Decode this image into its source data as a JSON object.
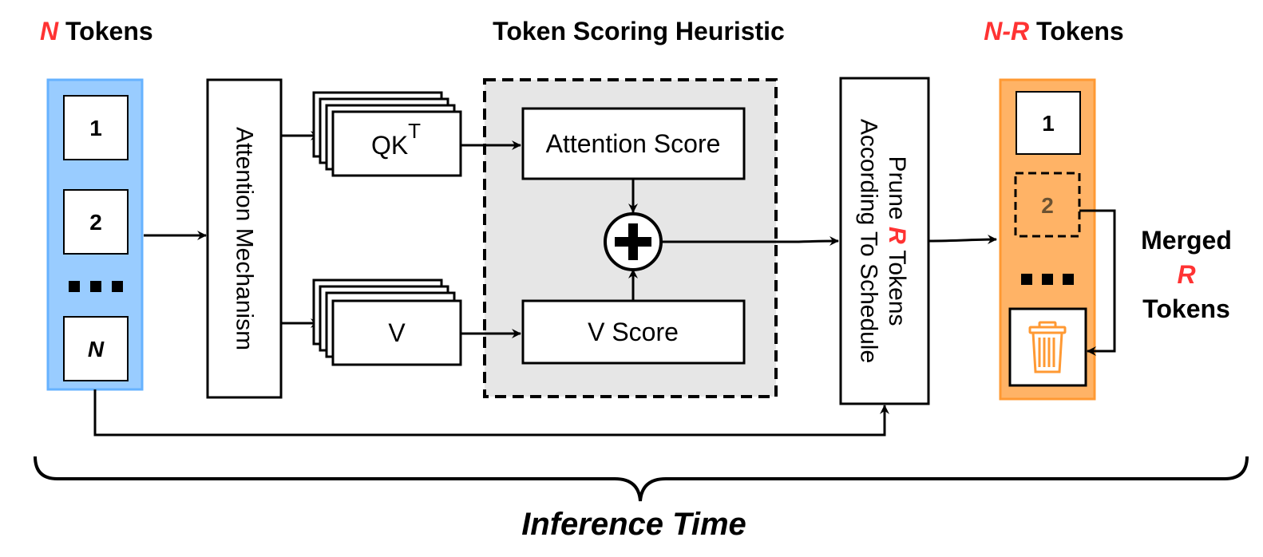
{
  "header": {
    "left_prefix": "N",
    "left_suffix": " Tokens",
    "center_title": "Token Scoring Heuristic",
    "right_prefix": "N-R",
    "right_suffix": " Tokens"
  },
  "input_tokens": {
    "items": [
      "1",
      "2",
      "N"
    ],
    "ellipsis": "■ ■ ■"
  },
  "attention_mechanism": {
    "label": "Attention Mechanism"
  },
  "qk": {
    "base": "QK",
    "superscript": "T"
  },
  "v": {
    "label": "V"
  },
  "attention_score": {
    "label": "Attention Score"
  },
  "v_score": {
    "label": "V Score"
  },
  "plus": {
    "symbol": "+"
  },
  "prune": {
    "line1_prefix": "Prune ",
    "line1_r": "R",
    "line1_suffix": " Tokens",
    "line2": "According To Schedule"
  },
  "output_tokens": {
    "item1": "1",
    "item2": "2",
    "ellipsis": "■ ■ ■"
  },
  "merged": {
    "line1": "Merged",
    "line2": "R",
    "line3": "Tokens"
  },
  "footer": {
    "label": "Inference Time"
  },
  "colors": {
    "input_panel": "#99ccff",
    "input_border": "#66b2ff",
    "output_panel": "#ffb366",
    "output_border": "#ff9933",
    "heuristic_bg": "#e6e6e6",
    "accent_red": "#ff3333",
    "trash": "#ff9933"
  }
}
